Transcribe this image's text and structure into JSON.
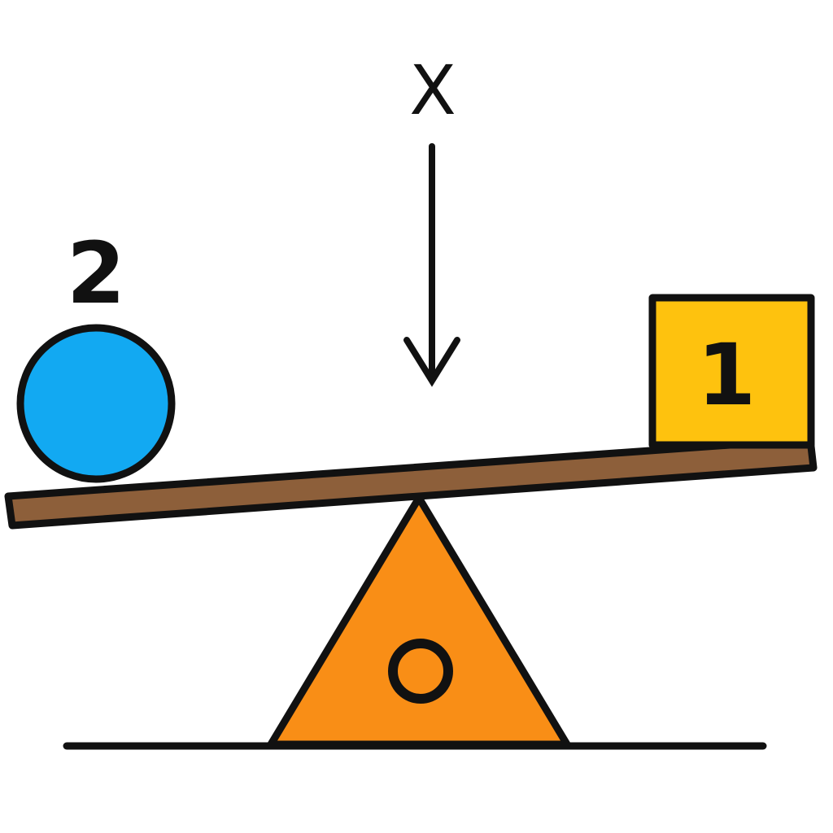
{
  "labels": {
    "force": "X",
    "ball": "2",
    "box": "1",
    "fulcrum": "O"
  },
  "colors": {
    "ball": "#12A9F2",
    "box": "#FEC20E",
    "beam": "#8D5F3A",
    "fulcrum": "#F98E16",
    "outline": "#111111"
  }
}
